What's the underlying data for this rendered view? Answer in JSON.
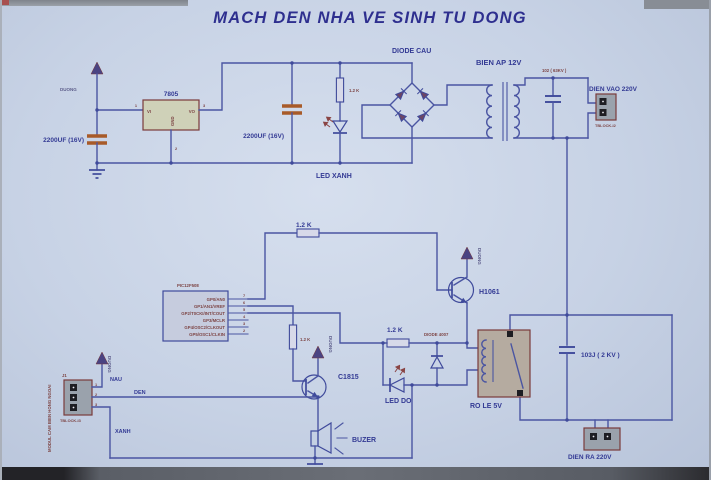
{
  "window": {
    "title": "MACH  DEN NHA VE SINH TU DONG"
  },
  "colors": {
    "background": "#c7d2e5",
    "wire": "#4a55a2",
    "label": "#333a94",
    "annotation": "#7d4545",
    "electrolytic_plate": "#a85a28",
    "component_border": "#7a3b3b"
  },
  "schematic": {
    "power": {
      "rail_label": "DUONG",
      "cap1": "2200UF (16V)",
      "cap2": "2200UF (16V)",
      "regulator": {
        "name": "7805",
        "pin_in": "VI",
        "pin_out": "VO",
        "pin_gnd": "GND",
        "num_in": "1",
        "num_out": "3",
        "num_gnd": "2"
      },
      "r_led": "1.2 K",
      "led_green": "LED XANH",
      "bridge": "DIODE CAU",
      "transformer": "BIEN AP 12V",
      "cap_line": "102 ( 63KV )",
      "input": {
        "label": "DIEN VAO 220V",
        "type": "TBLOCK-I2"
      }
    },
    "control": {
      "chip": {
        "name": "PIC12F508",
        "pins": [
          "GP0/AN0",
          "GP1/AN1/VREF",
          "GP2/T0CKI/INT/COUT",
          "GP3/MCLR",
          "GP4/OSC2/CLKOUT",
          "GP5/OSC1/CLKIN"
        ],
        "pin_numbers": [
          "7",
          "6",
          "5",
          "4",
          "3",
          "2"
        ]
      },
      "r_base_h1061": "1.2 K",
      "q_relay": {
        "name": "H1061",
        "power_label": "DUONG"
      },
      "r_led_do": "1.2 K",
      "r_base_c1815": "1.2 K",
      "diode_flyback": "DIODE 4007",
      "led_red": "LED DO",
      "relay": "RO LE 5V",
      "cap_snubber": "103J  ( 2 KV )",
      "output": {
        "label": "DIEN RA 220V"
      },
      "q_buzzer": {
        "name": "C1815",
        "power_label": "DUONG"
      },
      "buzzer": "BUZER"
    },
    "sensor": {
      "connector": {
        "name": "J1",
        "type": "TBLOCK-I3",
        "pin_numbers": [
          "1",
          "2",
          "3"
        ]
      },
      "module_label": "MODUL CAM BIEN HONG NGOAI",
      "power_label": "DUONG",
      "wire_brown": "NAU",
      "wire_black": "DEN",
      "wire_green": "XANH"
    }
  }
}
